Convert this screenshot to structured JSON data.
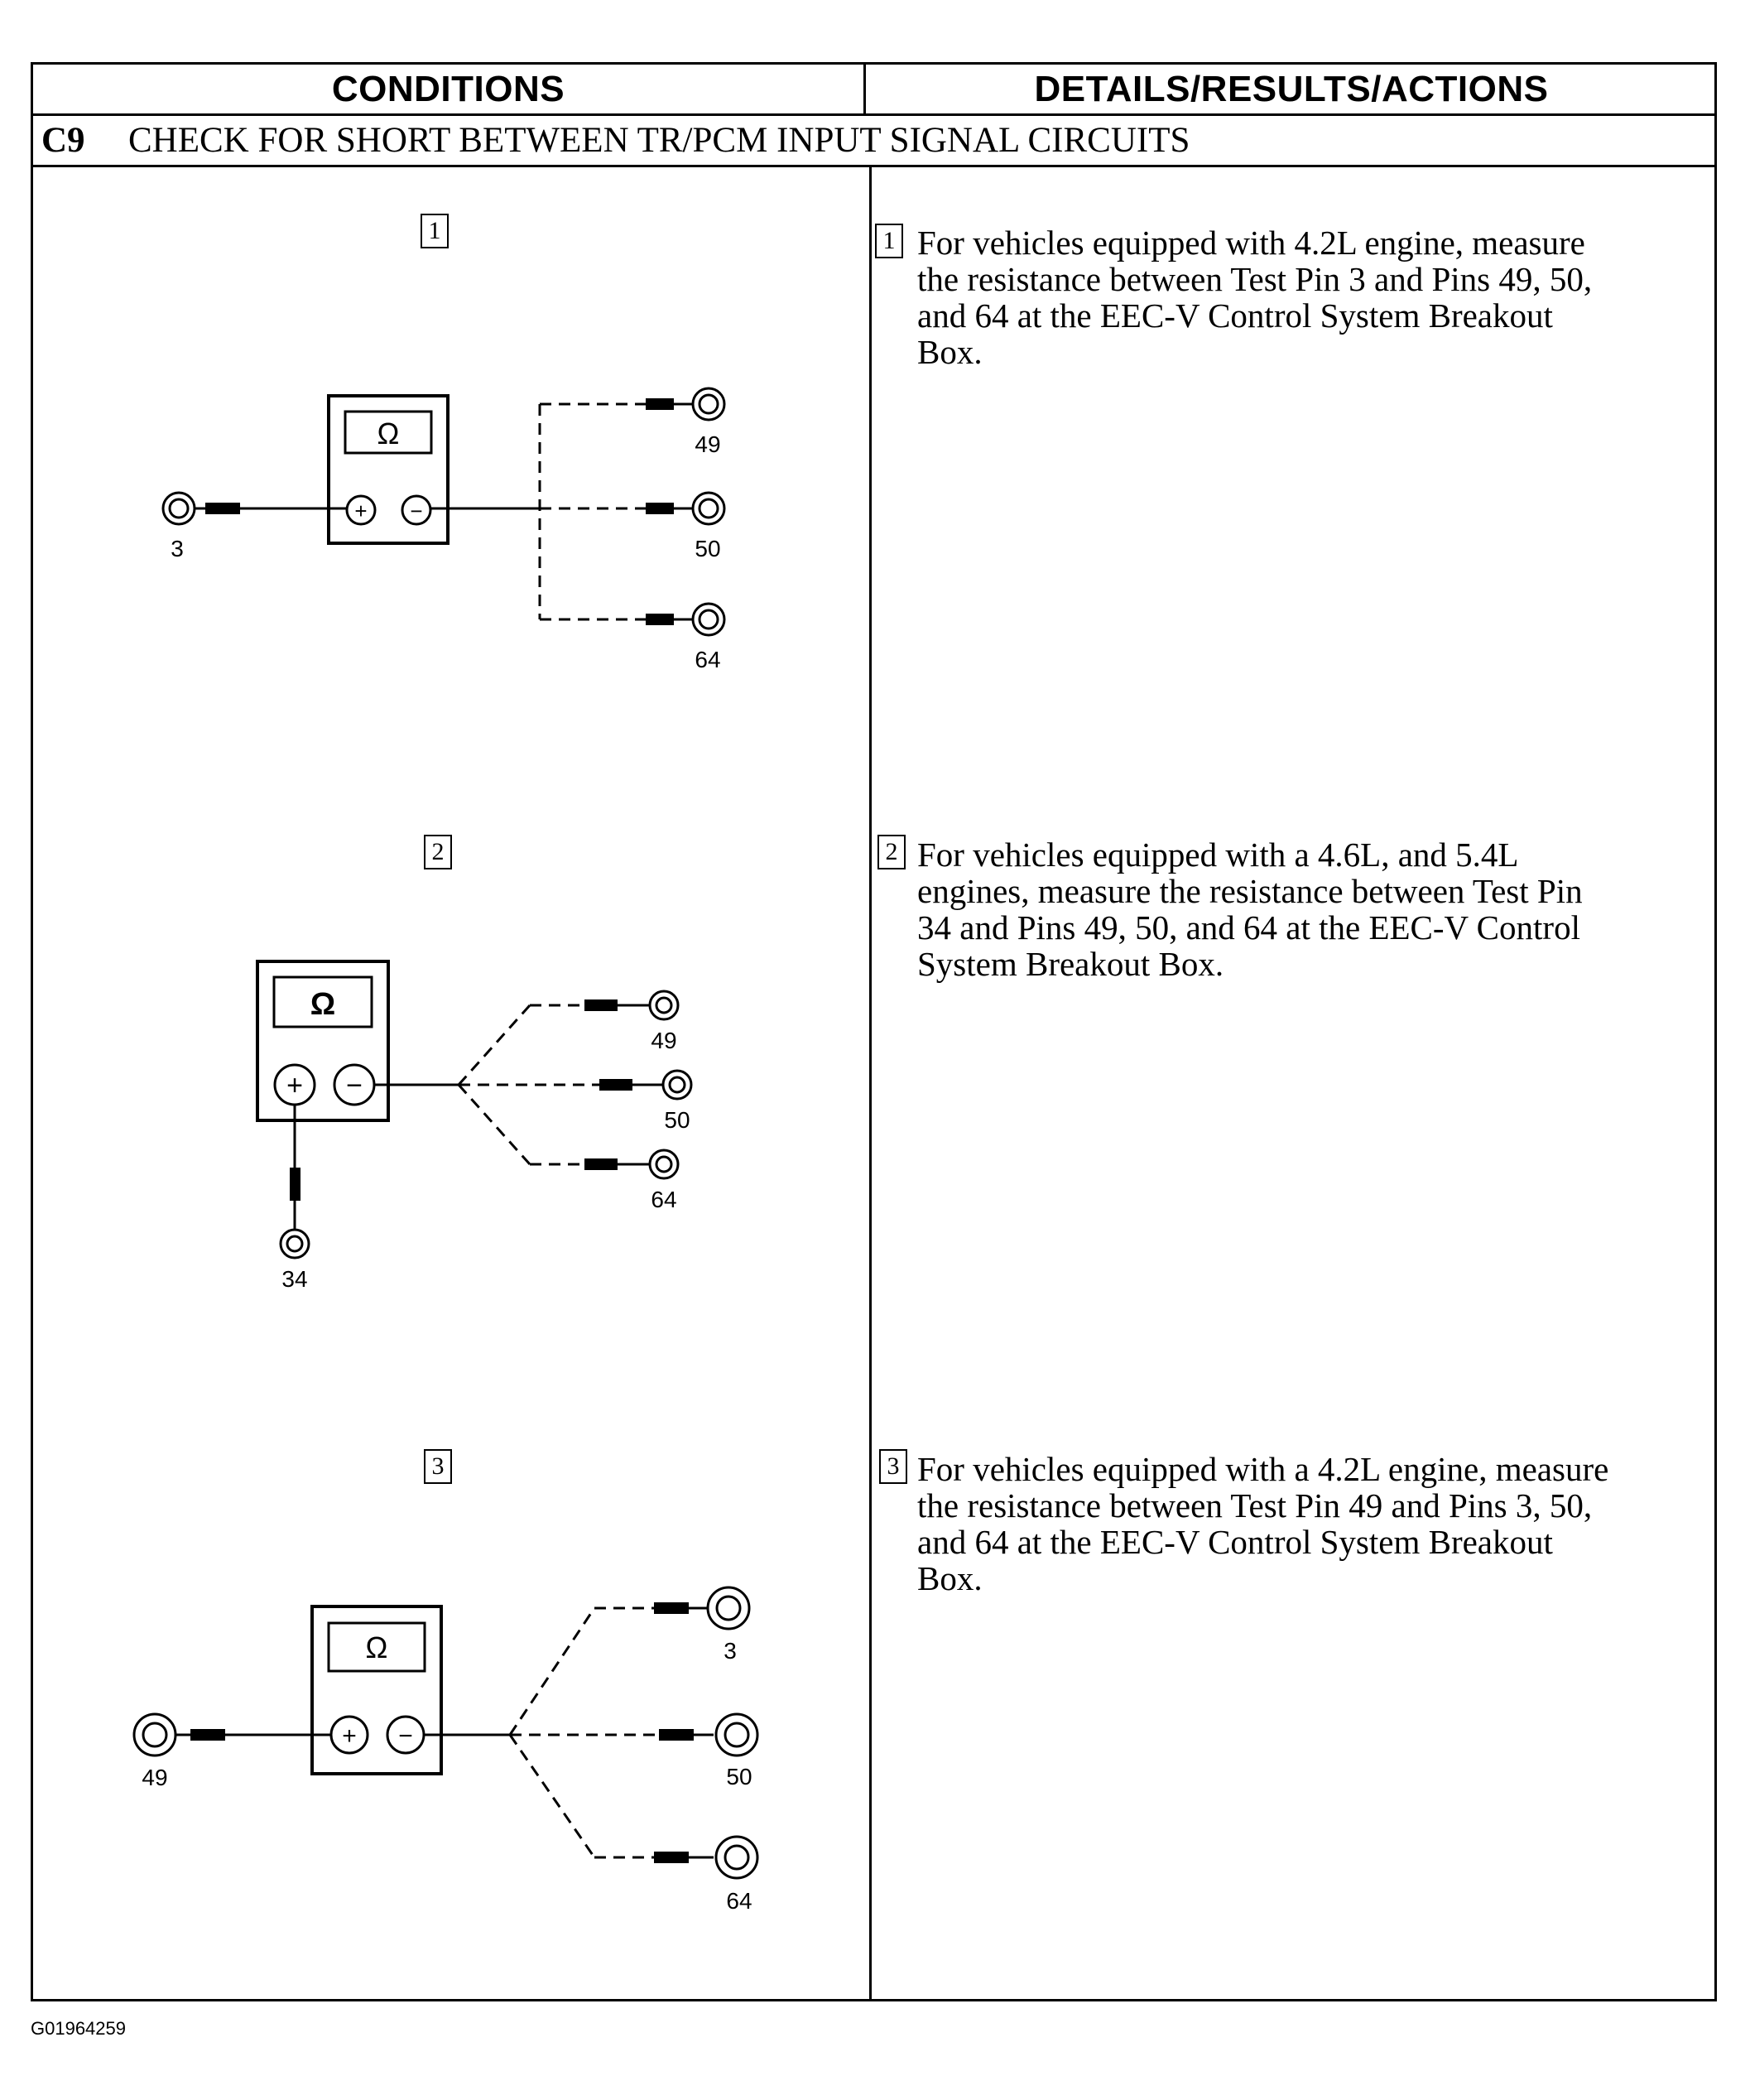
{
  "table": {
    "col_left_header": "CONDITIONS",
    "col_right_header": "DETAILS/RESULTS/ACTIONS",
    "section_id": "C9",
    "section_title": "CHECK FOR SHORT BETWEEN TR/PCM INPUT SIGNAL CIRCUITS"
  },
  "steps": [
    {
      "number": "1",
      "text": "For vehicles equipped with 4.2L engine, measure\nthe resistance between Test Pin 3 and Pins 49, 50,\nand 64 at the EEC-V Control System Breakout\nBox.",
      "diagram": {
        "meter_symbol": "Ω",
        "plus": "+",
        "minus": "−",
        "common_pin": "3",
        "pins": [
          "49",
          "50",
          "64"
        ]
      }
    },
    {
      "number": "2",
      "text": "For vehicles equipped with a 4.6L, and 5.4L\nengines, measure the resistance between Test Pin\n34 and Pins 49, 50, and 64 at the EEC-V Control\nSystem Breakout Box.",
      "diagram": {
        "meter_symbol": "Ω",
        "plus": "+",
        "minus": "−",
        "common_pin": "34",
        "pins": [
          "49",
          "50",
          "64"
        ]
      }
    },
    {
      "number": "3",
      "text": "For vehicles equipped with a 4.2L engine, measure\nthe resistance between Test Pin 49 and Pins 3, 50,\nand 64 at the EEC-V Control System Breakout\nBox.",
      "diagram": {
        "meter_symbol": "Ω",
        "plus": "+",
        "minus": "−",
        "common_pin": "49",
        "pins": [
          "3",
          "50",
          "64"
        ]
      }
    }
  ],
  "figure_id": "G01964259"
}
